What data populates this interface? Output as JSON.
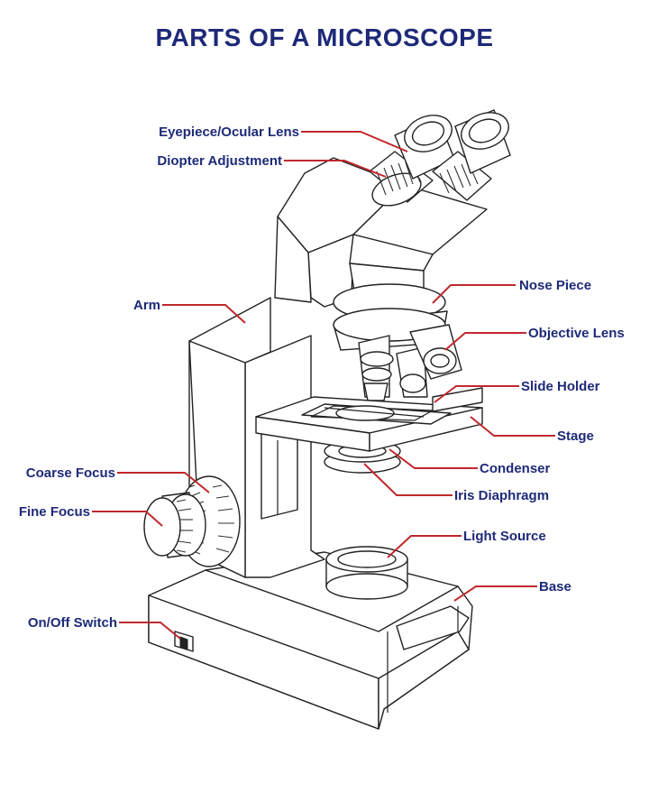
{
  "title": "PARTS OF A MICROSCOPE",
  "colors": {
    "title": "#1e2a78",
    "label_text": "#1e2a78",
    "leader_line": "#c0282d",
    "outline": "#222222",
    "background": "#ffffff"
  },
  "labels": {
    "eyepiece": "Eyepiece/Ocular Lens",
    "diopter": "Diopter Adjustment",
    "arm": "Arm",
    "nose_piece": "Nose Piece",
    "objective_lens": "Objective Lens",
    "slide_holder": "Slide Holder",
    "stage": "Stage",
    "coarse_focus": "Coarse Focus",
    "condenser": "Condenser",
    "fine_focus": "Fine Focus",
    "iris_diaphragm": "Iris Diaphragm",
    "light_source": "Light Source",
    "base": "Base",
    "on_off_switch": "On/Off Switch"
  }
}
